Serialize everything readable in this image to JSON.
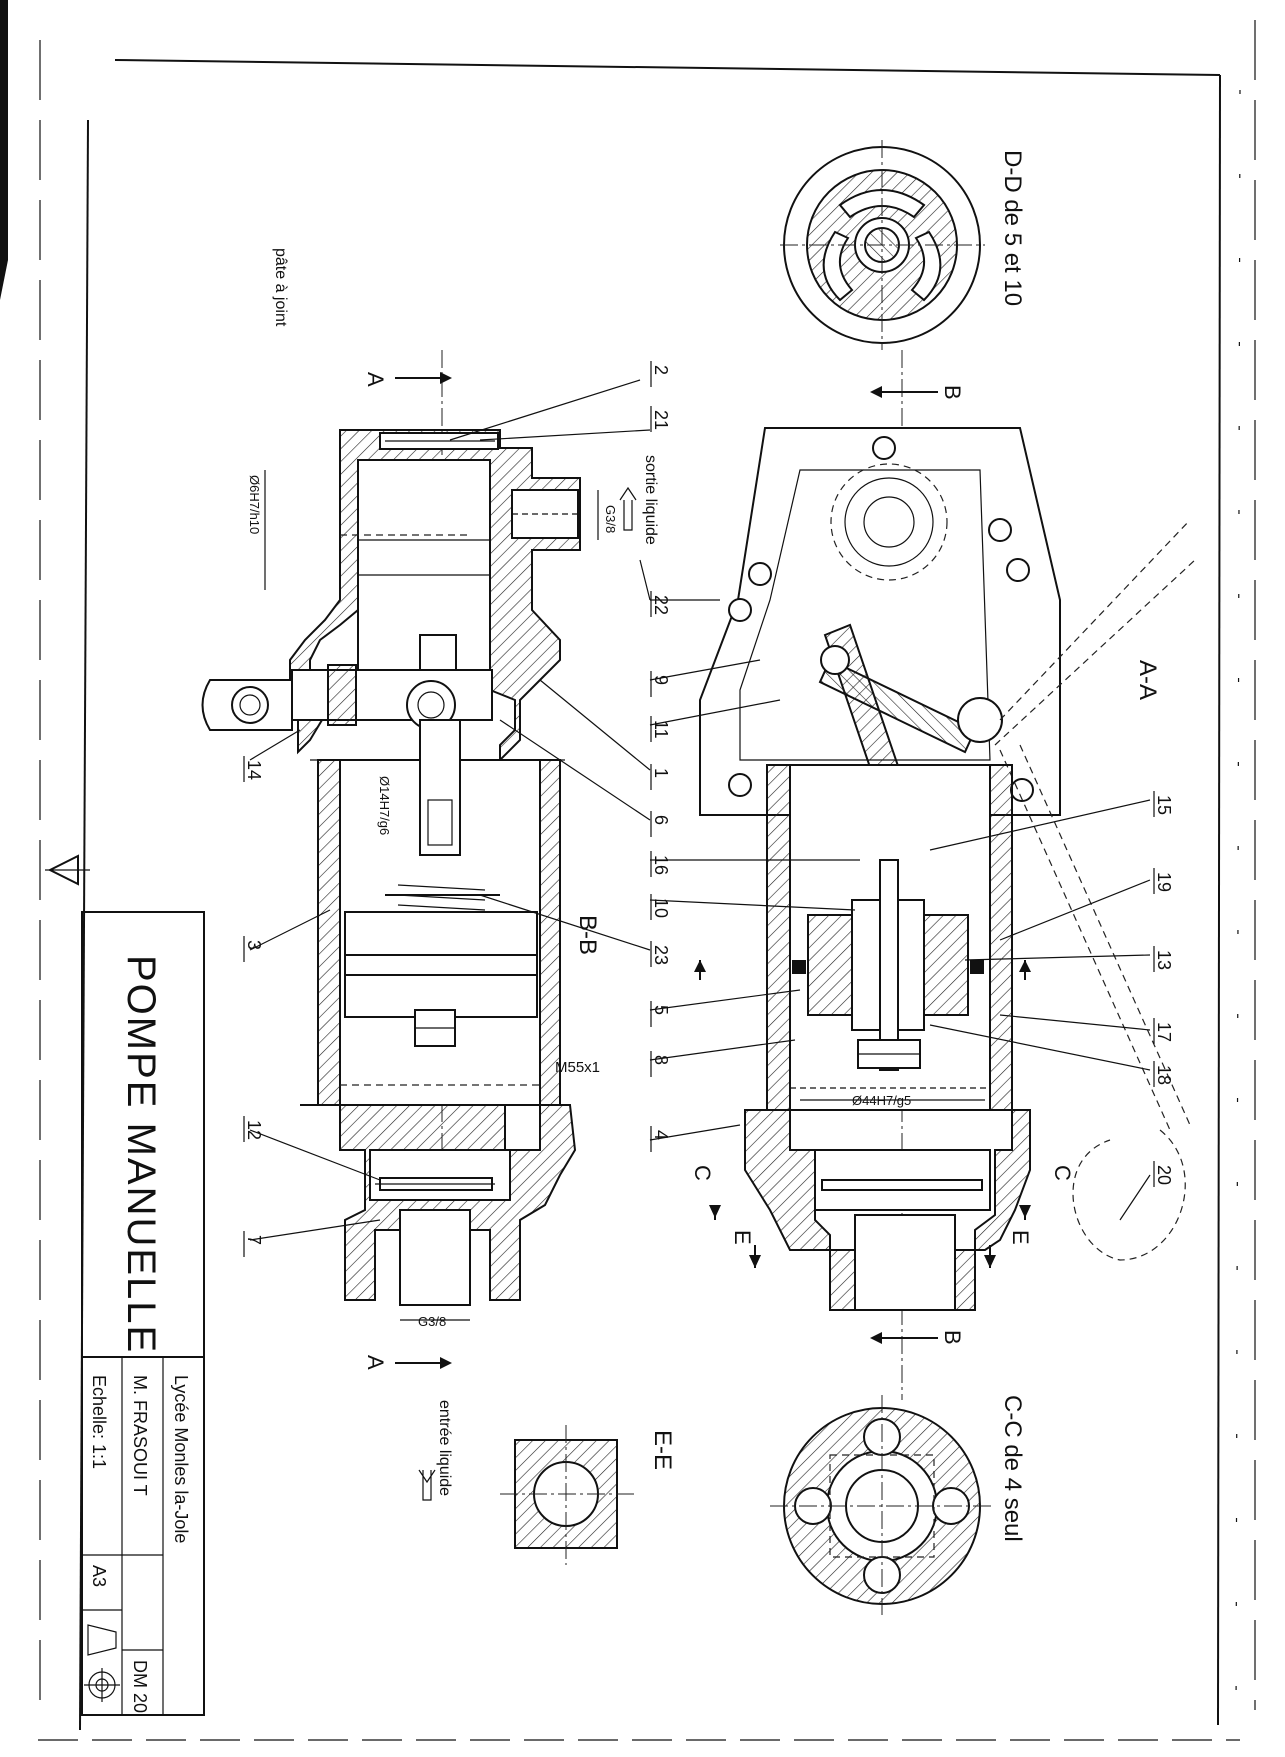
{
  "title_block": {
    "title": "POMPE MANUELLE",
    "school": "Lycée Monles la-Jole",
    "author": "M. FRASOUI T",
    "scale": "Echelle: 1:1",
    "format": "A3",
    "drawing_number": "DM 20"
  },
  "labels": {
    "view_aa": "A-A",
    "view_bb": "B-B",
    "view_cc": "C-C de 4 seul",
    "view_dd": "D-D de 5 et 10",
    "view_ee": "E-E",
    "paste_seal": "pâte à joint",
    "outlet": "sortie liquide",
    "inlet": "entrée liquide",
    "cut_a": "A",
    "cut_b": "B",
    "cut_c": "C",
    "cut_e": "E"
  },
  "dimensions": {
    "bore_top": "Ø6H7/h10",
    "pipe_top": "G3/8",
    "pin_fit": "Ø14H7/g6",
    "thread": "M55x1",
    "pipe_bottom": "G3/8",
    "piston_fit": "Ø44H7/g5"
  },
  "part_marks": {
    "left": [
      "2",
      "21",
      "22",
      "9",
      "11",
      "1",
      "6",
      "16",
      "10",
      "23",
      "5",
      "8",
      "4",
      "14",
      "3",
      "12",
      "7"
    ],
    "right": [
      "15",
      "19",
      "13",
      "17",
      "18",
      "20"
    ]
  }
}
